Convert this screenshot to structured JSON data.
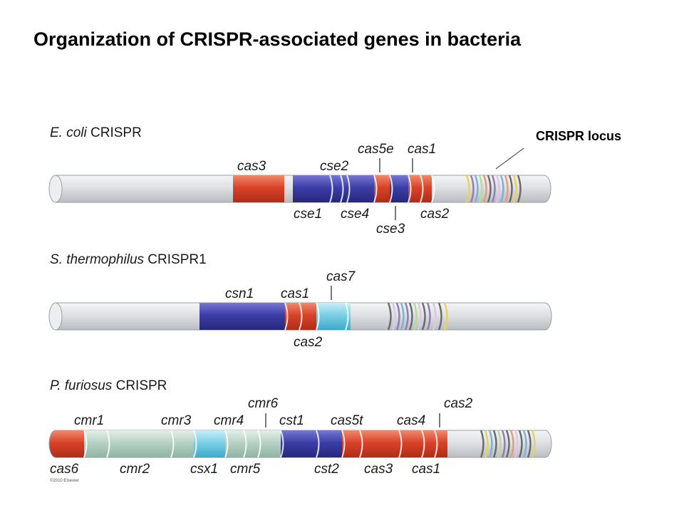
{
  "title": "Organization of CRISPR-associated genes in bacteria",
  "crispr_locus_label": "CRISPR locus",
  "copyright": "©2010 Elsevier",
  "colors": {
    "backbone": "#d9dbde",
    "cas_red": "#d9432a",
    "cse_blue": "#3c3ea8",
    "cmr_green": "#b7d3c5",
    "cyan": "#7cd0e6",
    "spacers": [
      "#e8d25a",
      "#8f7fb5",
      "#7fb0d8",
      "#b7d99a",
      "#e89a7a",
      "#6b6b6b",
      "#d9c9e8"
    ]
  },
  "loci": [
    {
      "title_italic": "E. coli",
      "title_rest": " CRISPR",
      "labels": {
        "cas3": "cas3",
        "cse2": "cse2",
        "cas5e": "cas5e",
        "cas1": "cas1",
        "cse1": "cse1",
        "cse4": "cse4",
        "cse3": "cse3",
        "cas2": "cas2"
      }
    },
    {
      "title_italic": "S. thermophilus",
      "title_rest": " CRISPR1",
      "labels": {
        "csn1": "csn1",
        "cas1": "cas1",
        "cas7": "cas7",
        "cas2": "cas2"
      }
    },
    {
      "title_italic": "P. furiosus",
      "title_rest": " CRISPR",
      "labels": {
        "cmr1": "cmr1",
        "cmr3": "cmr3",
        "cmr4": "cmr4",
        "cmr6": "cmr6",
        "cst1": "cst1",
        "cas5t": "cas5t",
        "cas4": "cas4",
        "cas2": "cas2",
        "cas6": "cas6",
        "cmr2": "cmr2",
        "csx1": "csx1",
        "cmr5": "cmr5",
        "cst2": "cst2",
        "cas3": "cas3",
        "cas1": "cas1"
      }
    }
  ]
}
